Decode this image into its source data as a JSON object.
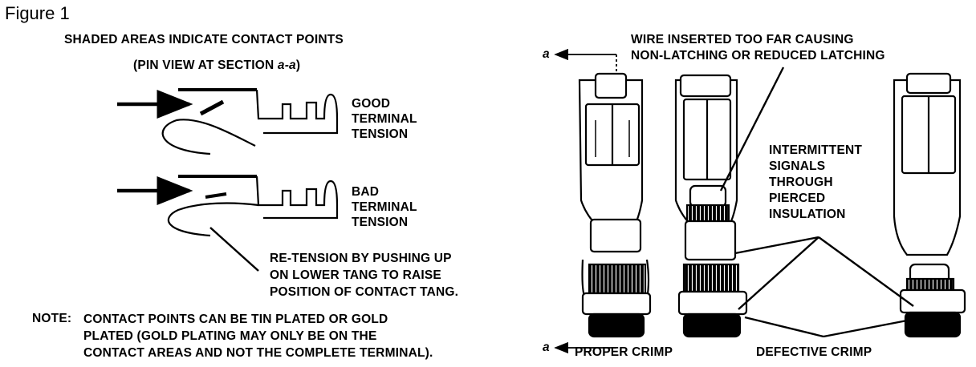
{
  "figure_label": "Figure 1",
  "left_panel": {
    "heading": "SHADED AREAS INDICATE CONTACT POINTS",
    "subheading_prefix": "(PIN VIEW AT SECTION ",
    "subheading_section": "a-a",
    "subheading_suffix": ")",
    "good_tension": [
      "GOOD",
      "TERMINAL",
      "TENSION"
    ],
    "bad_tension": [
      "BAD",
      "TERMINAL",
      "TENSION"
    ],
    "retension_note": [
      "RE-TENSION BY PUSHING UP",
      "ON LOWER TANG TO RAISE",
      "POSITION OF CONTACT TANG."
    ],
    "note_label": "NOTE:",
    "note_lines": [
      "CONTACT POINTS CAN BE TIN PLATED OR GOLD",
      "PLATED (GOLD PLATING MAY ONLY BE ON THE",
      "CONTACT AREAS AND NOT THE COMPLETE TERMINAL)."
    ]
  },
  "right_panel": {
    "section_marker_top": "a",
    "section_marker_bottom": "a",
    "wire_inserted": [
      "WIRE INSERTED TOO FAR CAUSING",
      "NON-LATCHING OR REDUCED LATCHING"
    ],
    "intermittent": [
      "INTERMITTENT",
      "SIGNALS",
      "THROUGH",
      "PIERCED",
      "INSULATION"
    ],
    "proper_crimp": "PROPER CRIMP",
    "defective_crimp": "DEFECTIVE CRIMP"
  }
}
